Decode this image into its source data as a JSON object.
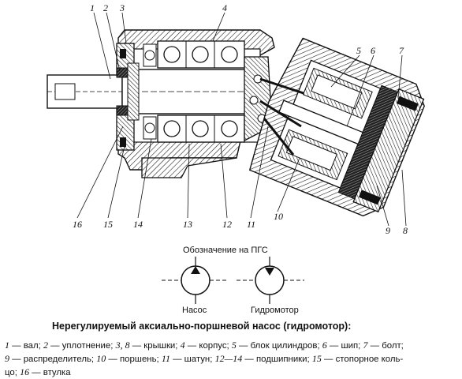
{
  "diagram": {
    "callouts": [
      "1",
      "2",
      "3",
      "4",
      "5",
      "6",
      "7",
      "8",
      "9",
      "10",
      "11",
      "12",
      "13",
      "14",
      "15",
      "16"
    ]
  },
  "symbols": {
    "heading": "Обозначение на ПГС",
    "pump_label": "Насос",
    "motor_label": "Гидромотор"
  },
  "caption": {
    "title": "Нерегулируемый аксиально-поршневой насос (гидромотор):",
    "legend": [
      {
        "n": "1",
        "t": " — вал; "
      },
      {
        "n": "2",
        "t": " — уплотнение; "
      },
      {
        "n": "3, 8",
        "t": " — крышки; "
      },
      {
        "n": "4",
        "t": " — корпус; "
      },
      {
        "n": "5",
        "t": " — блок цилиндров; "
      },
      {
        "n": "6",
        "t": " — шип; "
      },
      {
        "n": "7",
        "t": " — болт;"
      },
      {
        "n": "9",
        "t": " — распределитель; "
      },
      {
        "n": "10",
        "t": " — поршень; "
      },
      {
        "n": "11",
        "t": " — шатун; "
      },
      {
        "n": "12—14",
        "t": " — подшипники; "
      },
      {
        "n": "15",
        "t": " — стопорное коль-"
      },
      {
        "n": "",
        "t": "цо; "
      },
      {
        "n": "16",
        "t": " — втулка"
      }
    ]
  }
}
